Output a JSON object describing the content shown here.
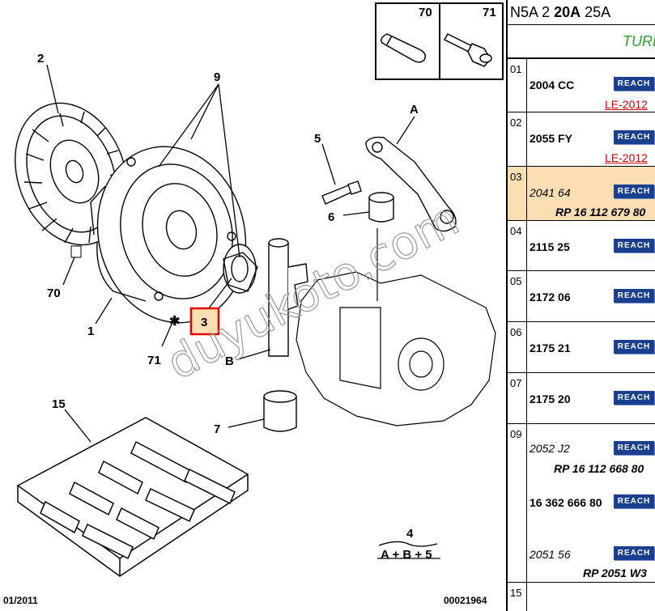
{
  "header": {
    "text_a": "N5A 2",
    "text_b": "20A",
    "text_c": "25A",
    "subtitle": "TURE"
  },
  "diagram": {
    "labels": [
      "1",
      "2",
      "3",
      "4",
      "5",
      "6",
      "7",
      "9",
      "15",
      "70",
      "71",
      "A",
      "B"
    ],
    "box_labels": [
      "70",
      "71"
    ],
    "formula_top": "4",
    "formula": "A + B + 5",
    "date": "01/2011",
    "ref": "00021964",
    "watermark": "duyukoto.com"
  },
  "badge_label": "REACH",
  "rows": [
    {
      "num": "01",
      "ref": "2004 CC",
      "note": "LE-2012"
    },
    {
      "num": "02",
      "ref": "2055 FY",
      "note": "LE-2012"
    },
    {
      "num": "03",
      "ref": "2041 64",
      "rp": "RP 16 112 679 80"
    },
    {
      "num": "04",
      "ref": "2115 25"
    },
    {
      "num": "05",
      "ref": "2172 06"
    },
    {
      "num": "06",
      "ref": "2175 21"
    },
    {
      "num": "07",
      "ref": "2175 20"
    },
    {
      "num": "09",
      "ref": "2052 J2",
      "rp": "RP 16 112 668 80",
      "ref2": "16 362 666 80",
      "ref3": "2051 56",
      "rp3": "RP 2051 W3"
    },
    {
      "num": "15"
    }
  ],
  "colors": {
    "badge": "#1b3f8f",
    "highlight": "#fbdfb3",
    "note": "#cc0000",
    "subtitle": "#2aa52a",
    "callout_box_fill": "#fbdfb3",
    "callout_box_border": "#e00000"
  }
}
